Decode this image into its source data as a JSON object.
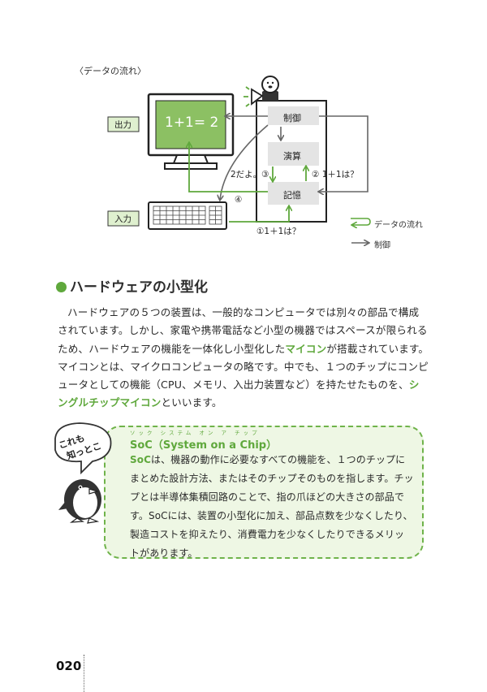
{
  "diagram": {
    "caption": "〈データの流れ〉",
    "tag_output": "出力",
    "tag_input": "入力",
    "monitor_text": "1+1= 2",
    "box_control": "制御",
    "box_compute": "演算",
    "box_memory": "記憶",
    "label_step1": "①1＋1は？",
    "label_step2": "② 1＋1は？",
    "label_step3": "2だよ。③",
    "label_step4": "④",
    "legend_data": "データの流れ",
    "legend_control": "制御",
    "colors": {
      "data_flow": "#5fa83c",
      "control": "#666666",
      "tag_bg": "#dff0cf"
    }
  },
  "section": {
    "title": "ハードウェアの小型化",
    "para_1": "ハードウェアの５つの装置は、一般的なコンピュータでは別々の部品で構成されています。しかし、家電や携帯電話など小型の機器ではスペースが限られるため、ハードウェアの機能を一体化し小型化した",
    "term_1": "マイコン",
    "para_2": "が搭載されています。マイコンとは、マイクロコンピュータの略です。中でも、１つのチップにコンピュータとしての機能（CPU、メモリ、入出力装置など）を持たせたものを、",
    "term_2": "シングルチップマイコン",
    "para_3": "といいます。"
  },
  "column": {
    "bubble_line1": "これも",
    "bubble_line2": "知っとこ",
    "ruby": "ソック システム オン ア チップ",
    "title": "SoC（System on a Chip）",
    "term": "SoC",
    "body": "は、機器の動作に必要なすべての機能を、１つのチップにまとめた設計方法、またはそのチップそのものを指します。チップとは半導体集積回路のことで、指の爪ほどの大きさの部品です。SoCには、装置の小型化に加え、部品点数を少なくしたり、製造コストを抑えたり、消費電力を少なくしたりできるメリットがあります。"
  },
  "footer": {
    "page_number": "020"
  }
}
